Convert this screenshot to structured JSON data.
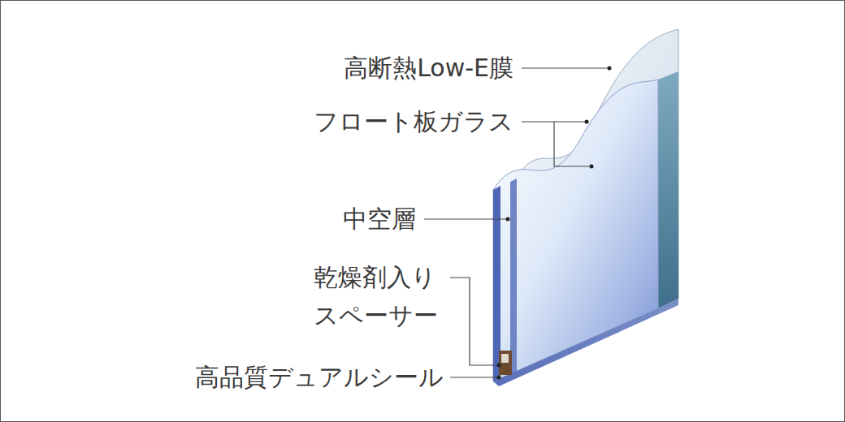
{
  "diagram": {
    "labels": [
      "高断熱Low-E膜",
      "フロート板ガラス",
      "中空層",
      "乾燥剤入り スペーサー",
      "高品質デュアルシール"
    ]
  }
}
